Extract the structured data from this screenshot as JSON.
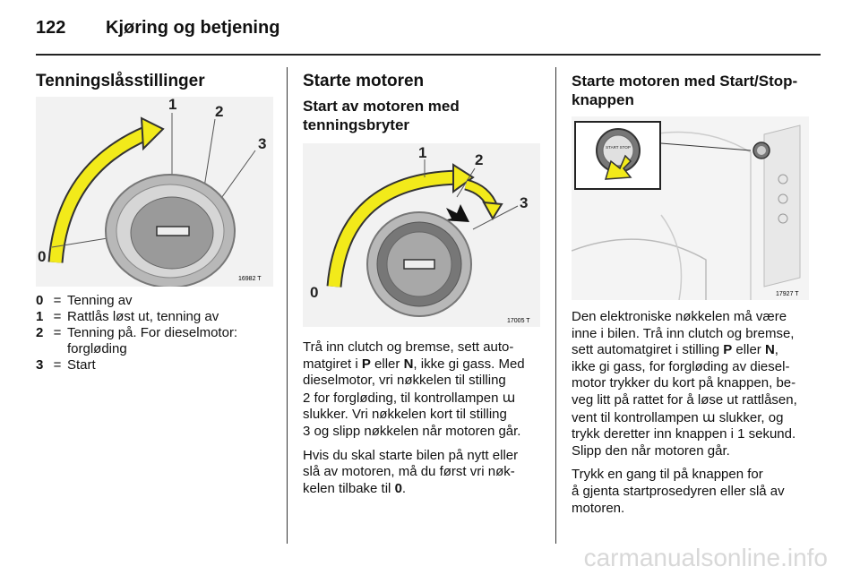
{
  "header": {
    "page_number": "122",
    "title": "Kjøring og betjening"
  },
  "left": {
    "heading": "Tenningslåsstillinger",
    "figure": {
      "code": "16982 T",
      "labels": [
        "0",
        "1",
        "2",
        "3"
      ]
    },
    "legend": [
      {
        "key": "0",
        "sep": "=",
        "text": "Tenning av"
      },
      {
        "key": "1",
        "sep": "=",
        "text": "Rattlås løst ut, tenning av"
      },
      {
        "key": "2",
        "sep": "=",
        "text": "Tenning på. For dieselmotor: forgløding"
      },
      {
        "key": "3",
        "sep": "=",
        "text": "Start"
      }
    ]
  },
  "middle": {
    "heading": "Starte motoren",
    "subheading": "Start av motoren med tenningsbryter",
    "figure": {
      "code": "17005 T",
      "labels": [
        "0",
        "1",
        "2",
        "3"
      ]
    },
    "para1_lines": [
      "Trå inn clutch og bremse, sett auto-",
      "matgiret i |P| eller |N|, ikke gi gass. Med",
      "dieselmotor, vri nøkkelen til stilling",
      "2 for forgløding, til kontrollampen",
      "slukker. Vri nøkkelen kort til stilling",
      "3 og slipp nøkkelen når motoren går."
    ],
    "para2_lines": [
      "Hvis du skal starte bilen på nytt eller",
      "slå av motoren, må du først vri nøk-",
      "kelen tilbake til |0|."
    ],
    "glow_symbol": "ɯ"
  },
  "right": {
    "heading": "Starte motoren med Start/Stop-knappen",
    "figure": {
      "code": "17927 T",
      "button_text": "START STOP"
    },
    "para1_lines": [
      "Den elektroniske nøkkelen må være",
      "inne i bilen. Trå inn clutch og bremse,",
      "sett automatgiret i stilling |P| eller |N|,",
      "ikke gi gass, for forgløding av diesel-",
      "motor trykker du kort på knappen, be-",
      "veg litt på rattet for å løse ut rattlåsen,",
      "vent til kontrollampen",
      "trykk deretter inn knappen i 1 sekund.",
      "Slipp den når motoren går."
    ],
    "para1_line7_tail": "slukker, og",
    "para2_lines": [
      "Trykk en gang til på knappen for",
      "å gjenta startprosedyren eller slå av",
      "motoren."
    ]
  },
  "watermark": "carmanualsonline.info"
}
